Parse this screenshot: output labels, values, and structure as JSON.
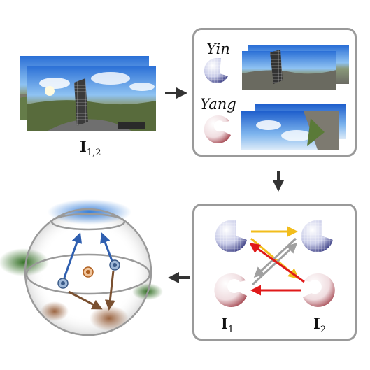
{
  "input": {
    "label_main": "I",
    "label_sub": "1,2"
  },
  "yinyang": {
    "yin_label": "Yin",
    "yang_label": "Yang"
  },
  "pairs": {
    "label1_main": "I",
    "label1_sub": "1",
    "label2_main": "I",
    "label2_sub": "2"
  },
  "colors": {
    "box_border": "#9a9a9a",
    "flow_arrow": "#333333",
    "yellow_arrow": "#f2bd1c",
    "red_arrow": "#e01a1a",
    "gray_arrow": "#a0a0a0",
    "blue_arrow": "#2f5fb0",
    "brown_arrow": "#7a5030",
    "yin_color": "#3a3e8e",
    "yang_color": "#9e4048"
  }
}
